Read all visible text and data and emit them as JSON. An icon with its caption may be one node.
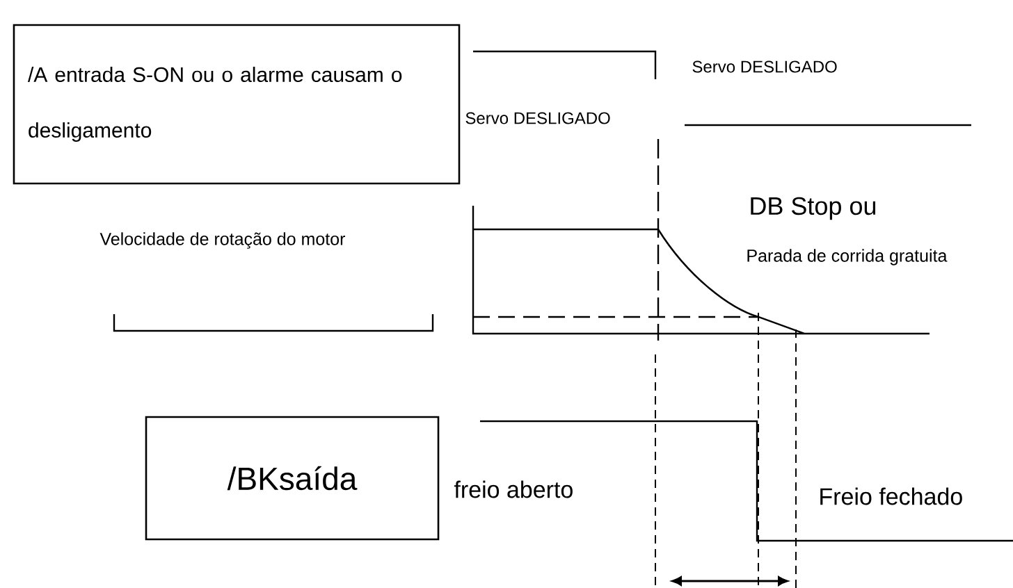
{
  "diagram": {
    "nodes": [
      {
        "text": [
          "/A entrada S-ON ou o alarme causam o desligamento"
        ]
      },
      {
        "text": [
          "/BKsaída"
        ]
      }
    ],
    "labels": [
      "Servo DESLIGADO",
      "Servo DESLIGADO",
      "Velocidade de rotação do motor",
      "DB Stop ou",
      "Parada de corrida gratuita",
      "freio aberto",
      "Freio fechado"
    ]
  }
}
